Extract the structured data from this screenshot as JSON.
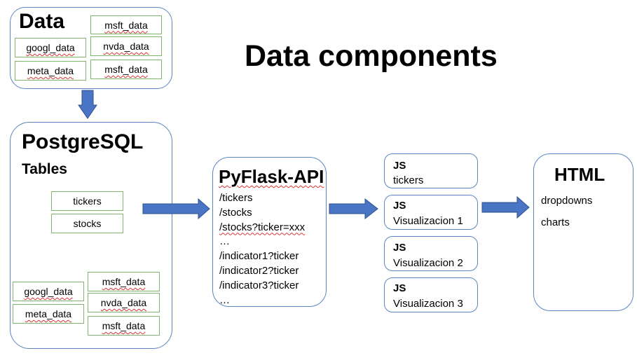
{
  "title": "Data components",
  "data_box": {
    "heading": "Data",
    "items": [
      "msft_data",
      "googl_data",
      "nvda_data",
      "meta_data",
      "msft_data"
    ]
  },
  "postgres_box": {
    "heading": "PostgreSQL",
    "subheading": "Tables",
    "tables": [
      "tickers",
      "stocks"
    ],
    "items": [
      "msft_data",
      "googl_data",
      "nvda_data",
      "meta_data",
      "msft_data"
    ]
  },
  "api_box": {
    "heading": "PyFlask-API",
    "routes": [
      "/tickers",
      "/stocks",
      "/stocks?ticker=xxx",
      "…",
      "/indicator1?ticker",
      "/indicator2?ticker",
      "/indicator3?ticker",
      "…"
    ]
  },
  "js_boxes": [
    {
      "tag": "JS",
      "label": "tickers"
    },
    {
      "tag": "JS",
      "label": "Visualizacion 1"
    },
    {
      "tag": "JS",
      "label": "Visualizacion 2"
    },
    {
      "tag": "JS",
      "label": "Visualizacion 3"
    }
  ],
  "html_box": {
    "heading": "HTML",
    "items": [
      "dropdowns",
      "charts"
    ]
  },
  "colors": {
    "box_border": "#5b86c0",
    "green_border": "#7fb56d",
    "arrow_fill": "#4a74c4",
    "arrow_stroke": "#2f528f"
  }
}
